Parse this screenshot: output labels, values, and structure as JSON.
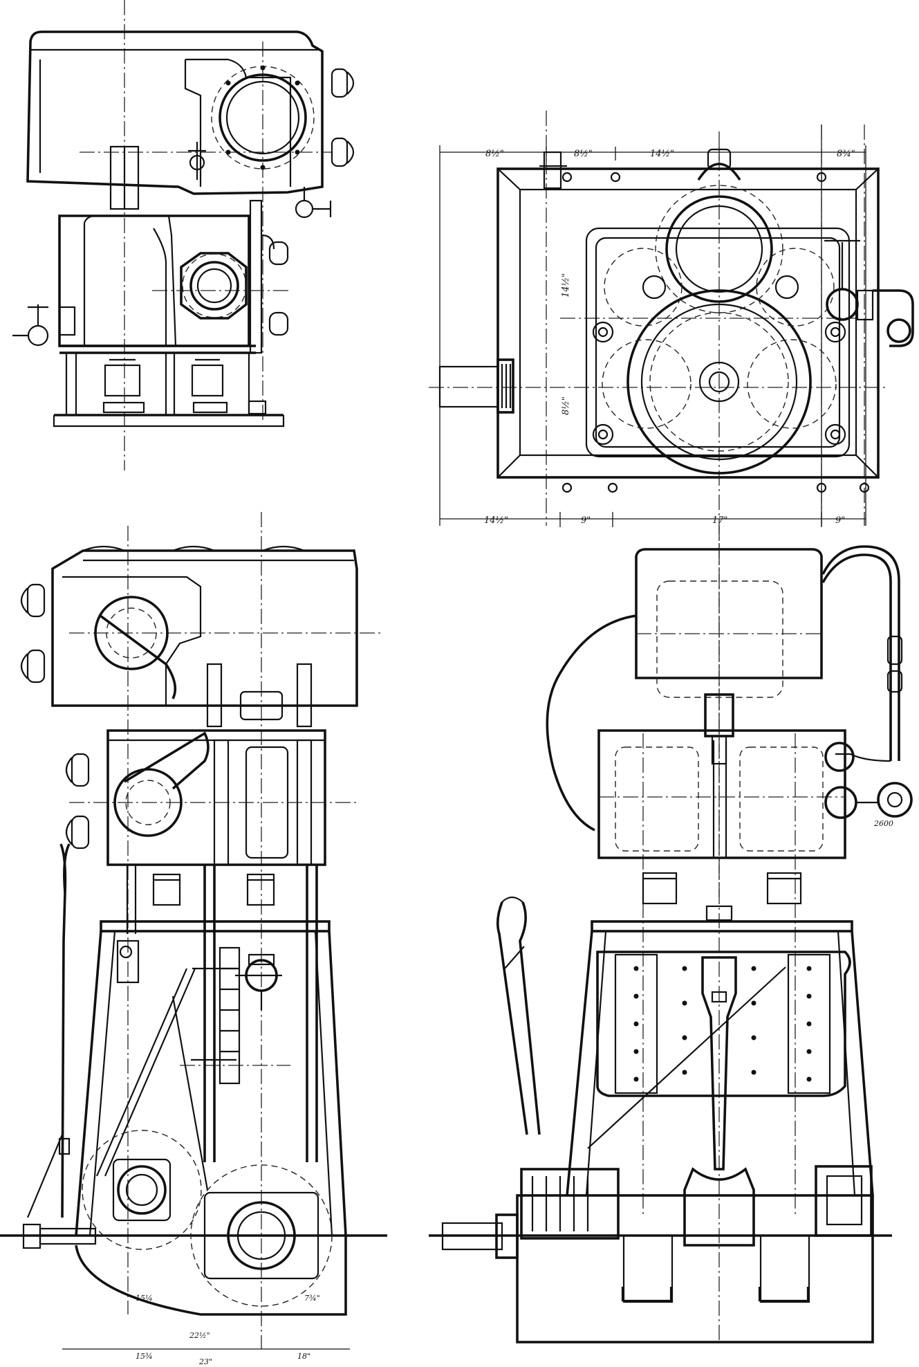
{
  "figure": {
    "views": [
      {
        "id": "end-elevation-small",
        "kind": "end elevation"
      },
      {
        "id": "plan-view",
        "kind": "plan"
      },
      {
        "id": "side-elevation",
        "kind": "side elevation"
      },
      {
        "id": "front-elevation",
        "kind": "front elevation"
      }
    ]
  },
  "dimensions": {
    "plan_top": [
      "8½\"",
      "8½\"",
      "14½\"",
      "8¾\""
    ],
    "plan_bottom": [
      "14½\"",
      "9\"",
      "17\"",
      "9\""
    ],
    "plan_left": [
      "14½\"",
      "8½\""
    ],
    "side_bottom_row1": [
      "15¼",
      "22½\"",
      "7¾\""
    ],
    "side_bottom_row2": [
      "15¾",
      "23\"",
      "18\""
    ],
    "front_note": "2600"
  }
}
